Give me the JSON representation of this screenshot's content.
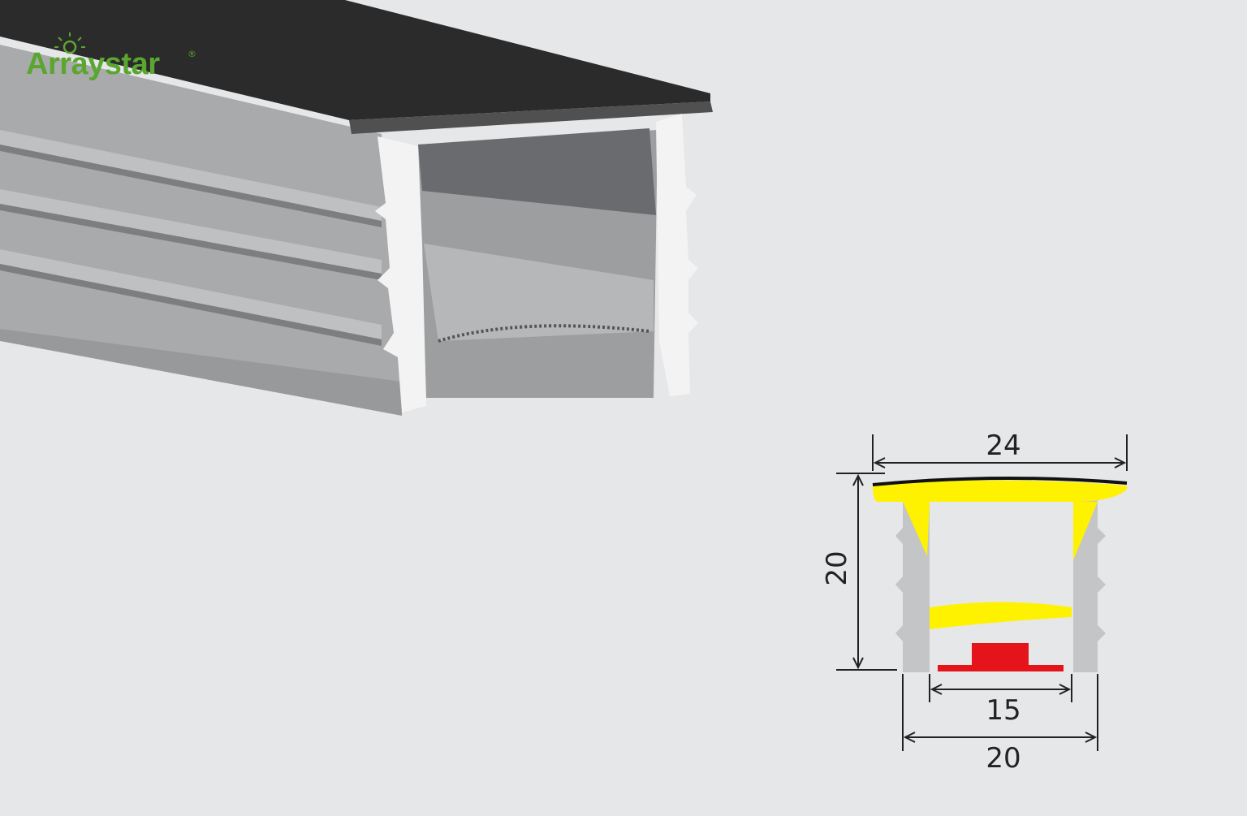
{
  "brand": {
    "name": "Arraystar",
    "trademark": "®",
    "color": "#5aa630"
  },
  "dimensions": {
    "top_width": "24",
    "height": "20",
    "inner_width": "15",
    "bottom_width": "20"
  },
  "colors": {
    "background": "#e6e7e9",
    "profile_face": "#a9aaac",
    "profile_dark": "#3a3a3a",
    "inner_cavity": "#6a6b6e",
    "highlight": "#ffffff",
    "diffuser": "#fff200",
    "led_strip": "#e5141b",
    "dimension_line": "#222222"
  }
}
